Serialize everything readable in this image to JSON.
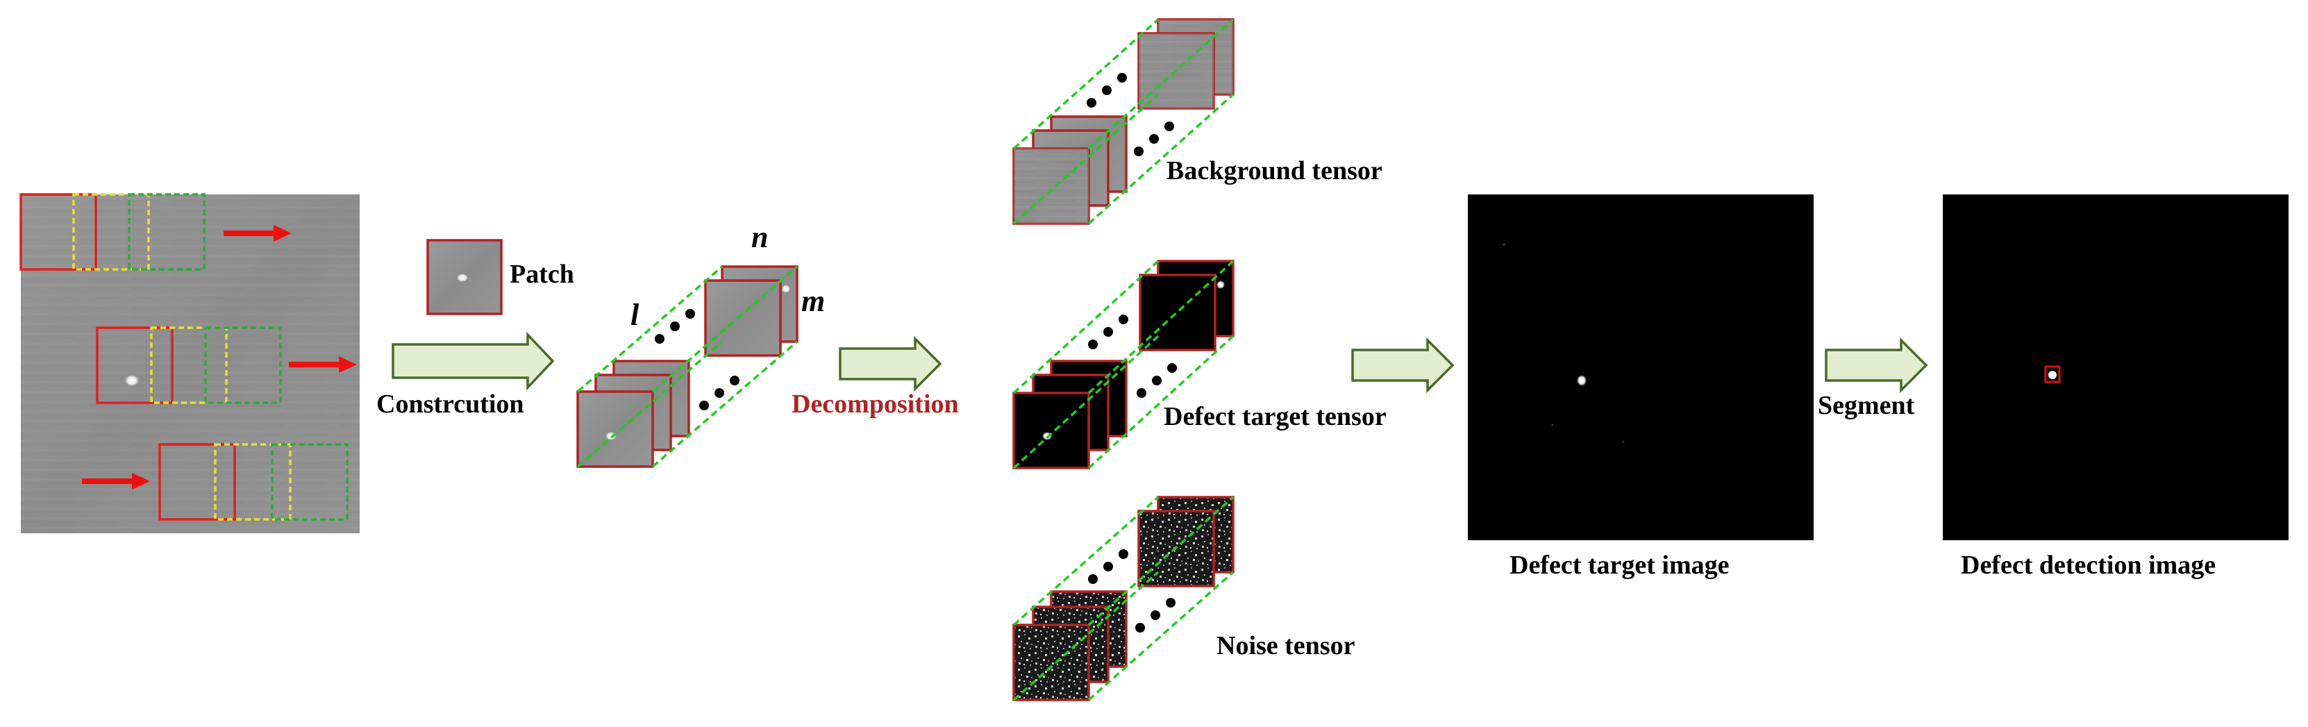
{
  "labels": {
    "patch": "Patch",
    "construction": "Constrcution",
    "decomposition": "Decomposition",
    "background_tensor": "Background tensor",
    "defect_target_tensor": "Defect target tensor",
    "noise_tensor": "Noise tensor",
    "defect_target_image": "Defect target image",
    "defect_detection_image": "Defect detection image",
    "segment": "Segment",
    "dim_n": "n",
    "dim_m": "m",
    "dim_l": "l"
  },
  "colors": {
    "patch_border": "#B22222",
    "window_red": "#E02020",
    "window_yellow": "#E8E030",
    "window_green": "#2EAA3A",
    "tensor_edge": "#22CC22",
    "flow_arrow_fill": "#E2EDD0",
    "flow_arrow_stroke": "#4A6A2A",
    "scan_arrow": "#EE1111",
    "decomposition_text": "#B22222"
  }
}
